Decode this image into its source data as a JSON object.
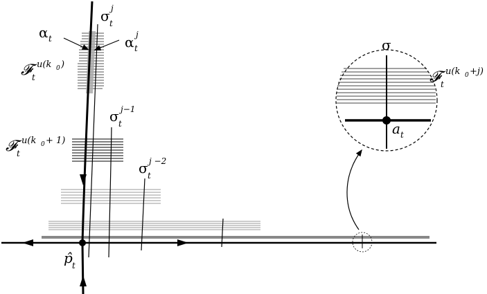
{
  "labels": {
    "sigma_j": {
      "base": "σ",
      "sub": "t",
      "sup": "j"
    },
    "alpha_t": {
      "base": "α",
      "sub": "t"
    },
    "alpha_j": {
      "base": "α",
      "sub": "t",
      "sup": "j"
    },
    "F_k0": {
      "base": "𝓕",
      "sub": "t",
      "sup": "u(k",
      "supsub": "0",
      "supend": ")"
    },
    "sigma_j1": {
      "base": "σ",
      "sub": "t",
      "sup": "j−1"
    },
    "F_k01": {
      "base": "𝓕",
      "sub": "t",
      "sup": "u(k",
      "supsub": "0",
      "supend": "+ 1)"
    },
    "sigma_j2": {
      "base": "σ",
      "sub": "t",
      "sup": "j −2"
    },
    "p_hat": {
      "base": "p̂",
      "sub": "t"
    },
    "sigma": "σ",
    "F_k0j": {
      "base": "𝓕",
      "sub": "t",
      "sup": "u(k",
      "supsub": "0",
      "supend": "+j)"
    },
    "a_t": {
      "base": "a",
      "sub": "t"
    }
  }
}
